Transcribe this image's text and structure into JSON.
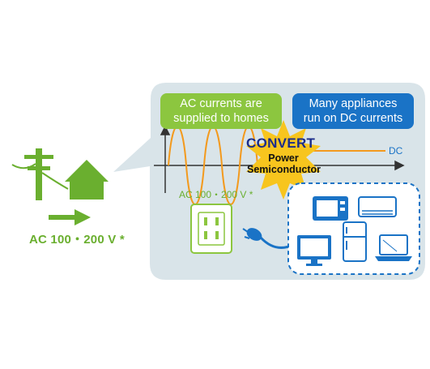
{
  "labels": {
    "ac_box_line1": "AC currents are",
    "ac_box_line2": "supplied to homes",
    "dc_box_line1": "Many appliances",
    "dc_box_line2": "run on DC currents",
    "dc_axis": "DC",
    "ac_wave": "AC 100・200 V *",
    "ac_caption": "AC 100・200 V *",
    "convert": "CONVERT",
    "power_line1": "Power",
    "power_line2": "Semiconductor"
  },
  "colors": {
    "green": "#8cc63f",
    "blue": "#1a73c6",
    "orange": "#f39a1e",
    "bubble": "#d9e4e9",
    "star": "#f7c51e"
  },
  "icons": [
    "utility-pole-icon",
    "house-icon",
    "arrow-right-icon",
    "outlet-icon",
    "plug-icon",
    "microwave-icon",
    "air-conditioner-icon",
    "tv-icon",
    "refrigerator-icon",
    "laptop-icon",
    "star-burst-icon"
  ]
}
